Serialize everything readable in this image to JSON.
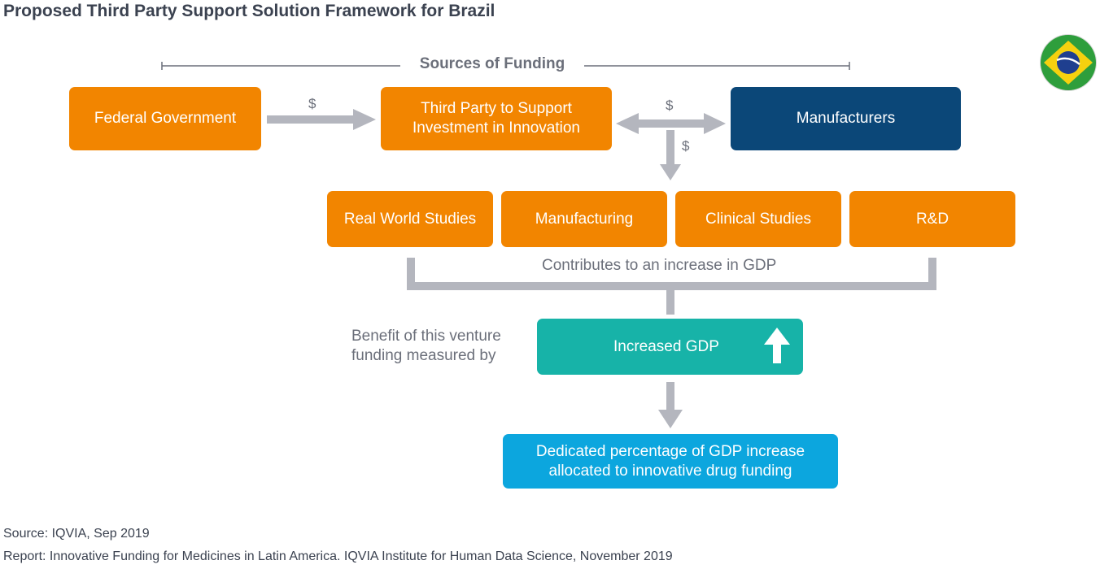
{
  "title": "Proposed Third Party Support Solution Framework for Brazil",
  "funding_heading": "Sources of Funding",
  "money_symbol": "$",
  "nodes": {
    "federal_government": "Federal Government",
    "third_party": "Third Party to Support Investment in Innovation",
    "manufacturers": "Manufacturers",
    "real_world_studies": "Real World Studies",
    "manufacturing": "Manufacturing",
    "clinical_studies": "Clinical Studies",
    "rd": "R&D",
    "increased_gdp": "Increased GDP",
    "dedicated_percentage": "Dedicated percentage of GDP increase allocated to innovative drug funding"
  },
  "contributes_label": "Contributes to an increase in GDP",
  "benefit_label": "Benefit of this venture funding measured by",
  "footer": {
    "source": "Source: IQVIA, Sep 2019",
    "report": "Report: Innovative Funding for Medicines in Latin America. IQVIA Institute for Human Data Science, November 2019"
  },
  "colors": {
    "orange": "#f28500",
    "navy": "#0b4778",
    "teal": "#17b3a8",
    "blue": "#0ca6de",
    "connector": "#b4b6be",
    "text_gray": "#6b6f7a"
  },
  "icons": {
    "flag": "brazil-flag-icon",
    "up_arrow": "up-arrow-icon"
  }
}
